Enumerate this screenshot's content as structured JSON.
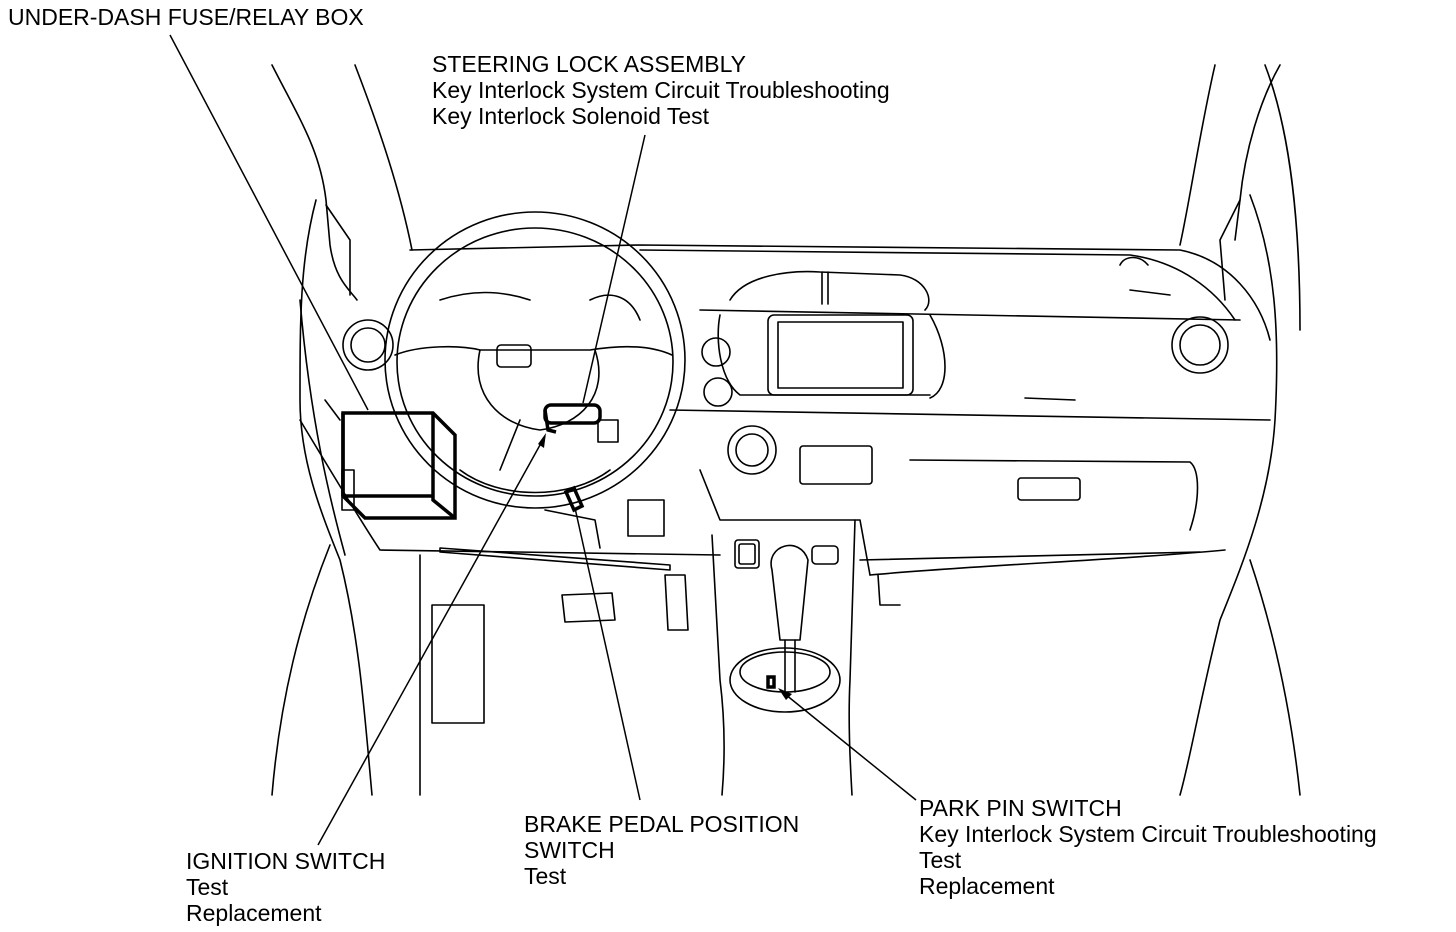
{
  "labels": {
    "fuse_box": "UNDER-DASH FUSE/RELAY BOX",
    "steering_lock": {
      "title": "STEERING LOCK ASSEMBLY",
      "line1": "Key Interlock System Circuit Troubleshooting",
      "line2": "Key Interlock Solenoid Test"
    },
    "ignition_switch": {
      "title": "IGNITION SWITCH",
      "line1": "Test",
      "line2": "Replacement"
    },
    "brake_pedal": {
      "title1": "BRAKE PEDAL POSITION",
      "title2": "SWITCH",
      "line1": "Test"
    },
    "park_pin": {
      "title": "PARK PIN SWITCH",
      "line1": "Key Interlock System Circuit Troubleshooting",
      "line2": "Test",
      "line3": "Replacement"
    }
  }
}
